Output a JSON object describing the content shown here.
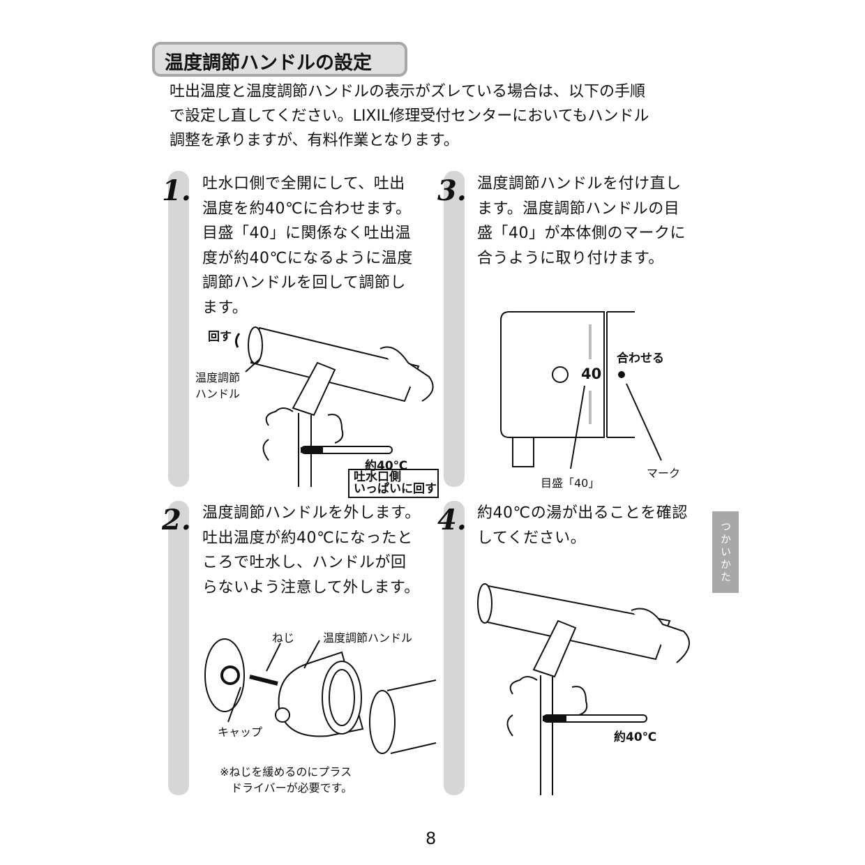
{
  "title": "温度調節ハンドルの設定",
  "intro": [
    "吐出温度と温度調節ハンドルの表示がズレている場合は、以下の手順",
    "で設定し直してください。LIXIL修理受付センターにおいてもハンドル",
    "調整を承りますが、有料作業となります。"
  ],
  "steps": [
    {
      "num": "1.",
      "lines": [
        "吐水口側で全開にして、吐出",
        "温度を約40℃に合わせます。",
        "目盛「40」に関係なく吐出温",
        "度が約40℃になるように温度",
        "調節ハンドルを回して調節し",
        "ます。"
      ],
      "labels": {
        "rotate": "回す",
        "handle1": "温度調節",
        "handle2": "ハンドル",
        "temp": "約40℃",
        "note1": "吐水口側",
        "note2": "いっぱいに回す"
      }
    },
    {
      "num": "2.",
      "lines": [
        "温度調節ハンドルを外します。",
        "吐出温度が約40℃になったと",
        "ころで吐水し、ハンドルが回",
        "らないよう注意して外します。"
      ],
      "labels": {
        "screw": "ねじ",
        "handle": "温度調節ハンドル",
        "cap": "キャップ",
        "note1": "※ねじを緩めるのにプラス",
        "note2": "ドライバーが必要です。"
      }
    },
    {
      "num": "3.",
      "lines": [
        "温度調節ハンドルを付け直し",
        "ます。温度調節ハンドルの目",
        "盛「40」が本体側のマークに",
        "合うように取り付けます。"
      ],
      "labels": {
        "scale_value": "40",
        "align": "合わせる",
        "mark": "マーク",
        "scale": "目盛「40」"
      }
    },
    {
      "num": "4.",
      "lines": [
        "約40℃の湯が出ることを確認",
        "してください。"
      ],
      "labels": {
        "temp": "約40℃"
      }
    }
  ],
  "side_tab": "つかいかた",
  "page_number": "8"
}
